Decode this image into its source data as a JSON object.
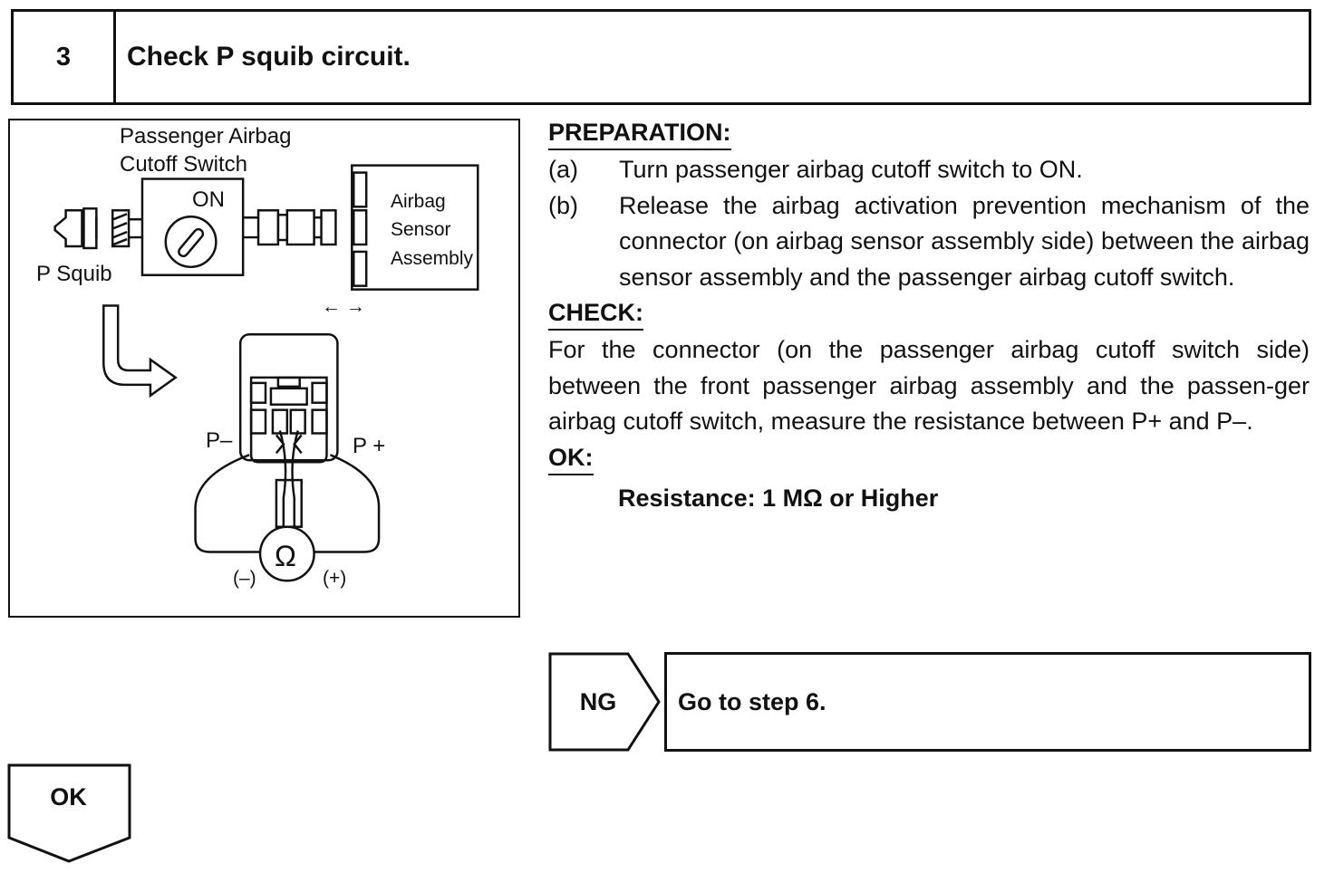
{
  "step": {
    "number": "3",
    "title": "Check P squib circuit."
  },
  "figure": {
    "switch_label_line1": "Passenger Airbag",
    "switch_label_line2": "Cutoff Switch",
    "on_label": "ON",
    "sensor_line1": "Airbag",
    "sensor_line2": "Sensor",
    "sensor_line3": "Assembly",
    "squib_label": "P Squib",
    "arrows": "← →",
    "p_minus": "P–",
    "p_plus": "P +",
    "ohm_symbol": "Ω",
    "neg_terminal": "(–)",
    "pos_terminal": "(+)",
    "icons": [
      "connector-icon",
      "ignition-key-icon",
      "bent-arrow-icon",
      "ohmmeter-icon"
    ]
  },
  "preparation": {
    "heading": "PREPARATION:",
    "items": [
      {
        "key": "(a)",
        "text": "Turn passenger airbag cutoff switch to ON."
      },
      {
        "key": "(b)",
        "text": "Release the airbag activation prevention mechanism of the connector (on airbag sensor assembly side) between the airbag sensor assembly and the passenger airbag cutoff switch."
      }
    ]
  },
  "check": {
    "heading": "CHECK:",
    "text": "For the connector (on the passenger airbag cutoff switch side) between the front passenger airbag assembly and the passen-ger airbag cutoff switch, measure the resistance between P+ and P–."
  },
  "ok": {
    "heading": "OK:",
    "spec": "Resistance: 1 MΩ or Higher"
  },
  "ng_box": {
    "label": "NG",
    "action": "Go to step 6."
  },
  "ok_box": {
    "label": "OK"
  }
}
